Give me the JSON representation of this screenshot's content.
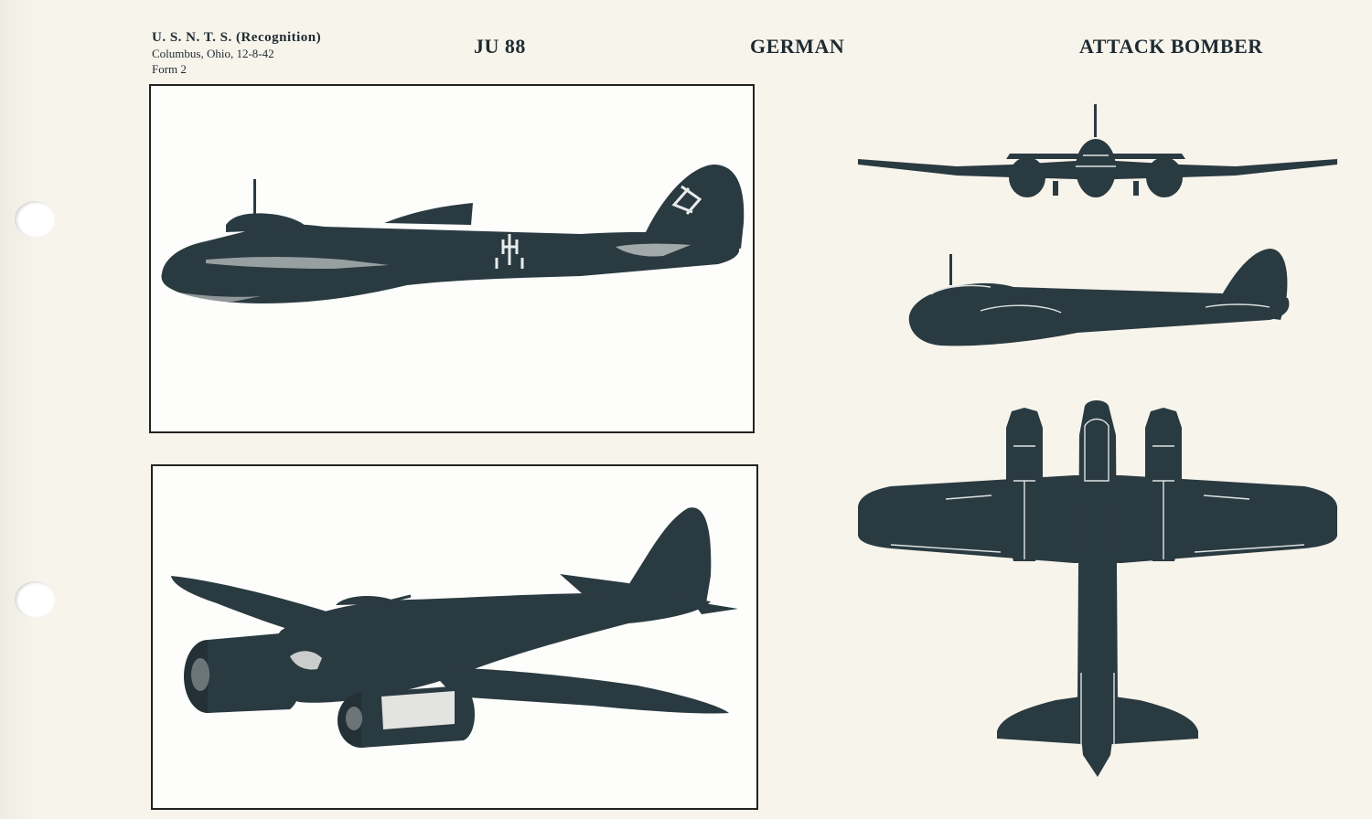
{
  "header": {
    "issuer": "U. S. N. T. S. (Recognition)",
    "place_date": "Columbus, Ohio, 12-8-42",
    "form": "Form 2",
    "designation": "JU 88",
    "nationality": "GERMAN",
    "role": "ATTACK BOMBER"
  },
  "colors": {
    "paper": "#f7f4ec",
    "silhouette": "#2a3a41",
    "frame": "#222222"
  }
}
